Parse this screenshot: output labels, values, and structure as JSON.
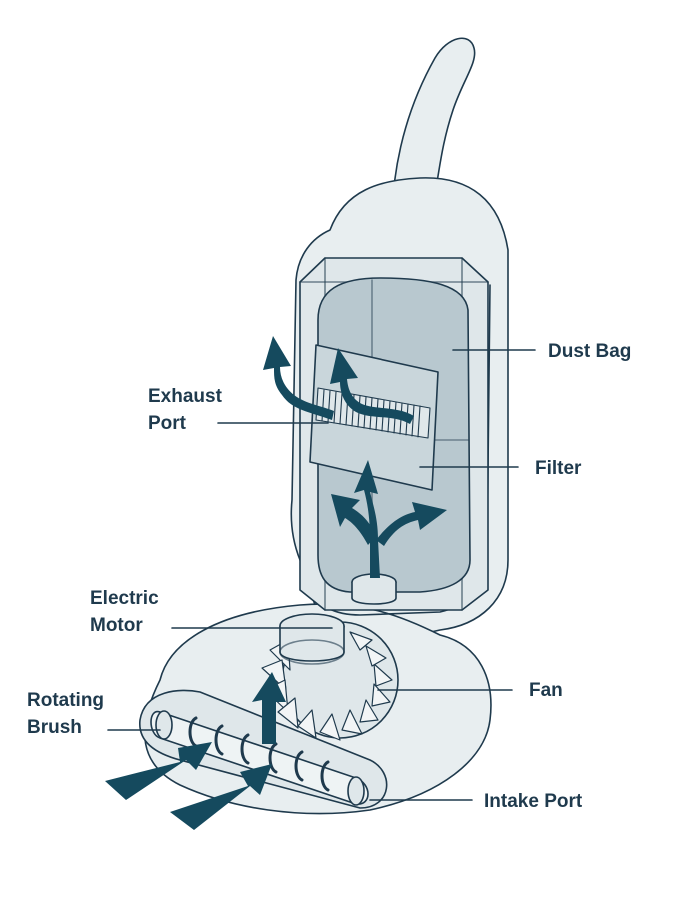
{
  "labels": {
    "exhaust_port": {
      "line1": "Exhaust",
      "line2": "Port"
    },
    "dust_bag": "Dust Bag",
    "filter": "Filter",
    "electric_motor": {
      "line1": "Electric",
      "line2": "Motor"
    },
    "fan": "Fan",
    "rotating_brush": {
      "line1": "Rotating",
      "line2": "Brush"
    },
    "intake_port": "Intake Port"
  },
  "colors": {
    "outline": "#1f3a4d",
    "body_fill": "#e8eef0",
    "bag_fill": "#b8c8cf",
    "arrow_fill": "#154a5e",
    "text": "#1f3a4d"
  }
}
